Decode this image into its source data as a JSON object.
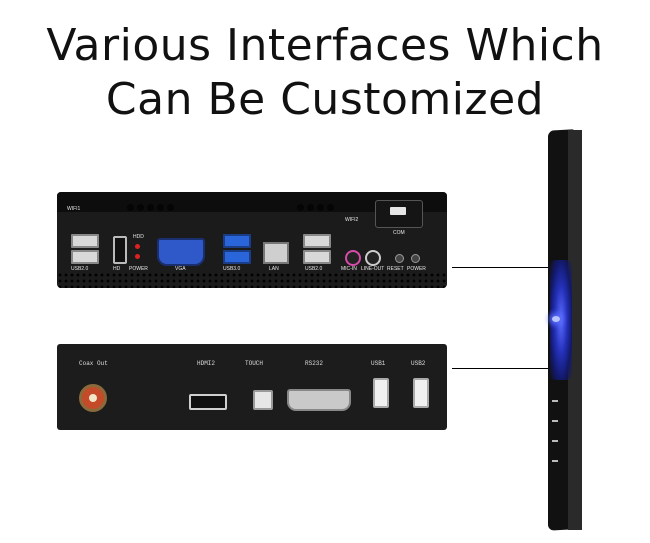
{
  "title": {
    "line1": "Various Interfaces Which",
    "line2": "Can Be Customized"
  },
  "panel_top": {
    "labels": {
      "wifi1": "WIFI1",
      "wifi2": "WIFI2",
      "hdd": "HDD",
      "usb20_left": "USB2.0",
      "hd": "HD",
      "power": "POWER",
      "vga": "VGA",
      "usb30": "USB3.0",
      "lan": "LAN",
      "usb20_right": "USB2.0",
      "mic_in": "MIC-IN",
      "line_out": "LINE-OUT",
      "reset": "RESET",
      "power2": "POWER",
      "com": "COM"
    }
  },
  "panel_bottom": {
    "labels": {
      "coax_out": "Coax Out",
      "hdmi2": "HDMI2",
      "touch": "TOUCH",
      "rs232": "RS232",
      "usb1": "USB1",
      "usb2": "USB2"
    }
  },
  "colors": {
    "blue_usb": "#2a66d9",
    "vga": "#2f58c9",
    "coax": "#c44a2a",
    "glow": "#5a6cff"
  }
}
